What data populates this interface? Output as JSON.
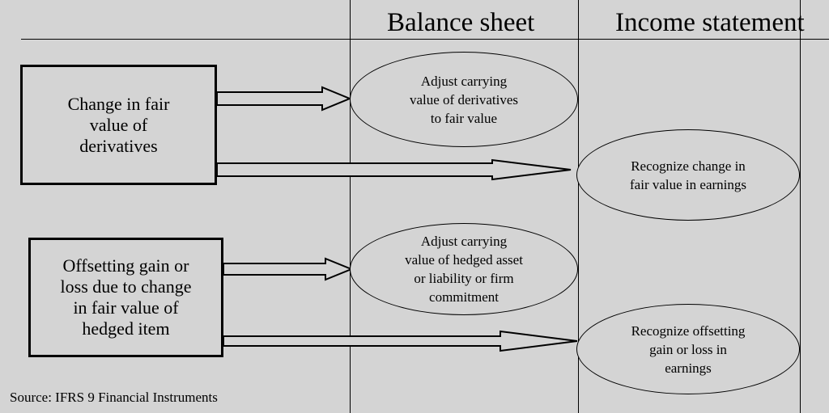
{
  "headers": {
    "balance_sheet": "Balance sheet",
    "income_statement": "Income statement"
  },
  "boxes": {
    "derivatives": "Change in fair\nvalue of\nderivatives",
    "hedged_item": "Offsetting gain or\nloss due to change\nin fair value of\nhedged item"
  },
  "ellipses": {
    "adjust_derivatives": "Adjust carrying\nvalue of derivatives\nto fair value",
    "recognize_change": "Recognize change in\nfair value in earnings",
    "adjust_hedged": "Adjust carrying\nvalue of hedged asset\nor liability or firm\ncommitment",
    "recognize_offsetting": "Recognize offsetting\ngain or loss in\nearnings"
  },
  "source": "Source: IFRS 9 Financial Instruments"
}
